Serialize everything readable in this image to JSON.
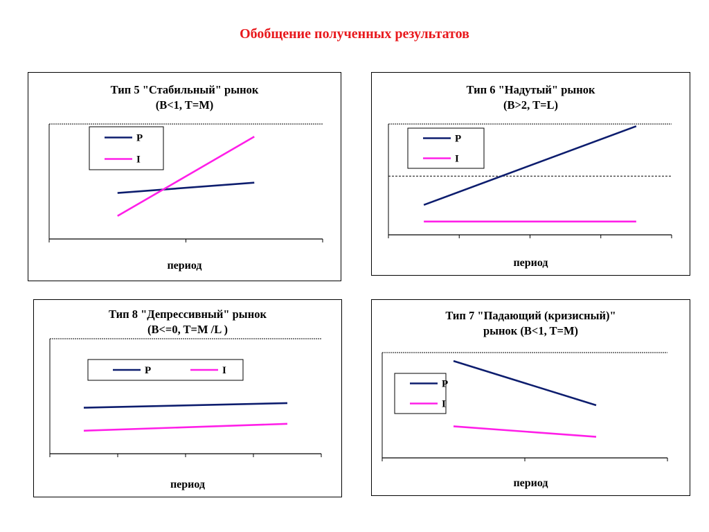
{
  "page": {
    "title": "Обобщение полученных результатов"
  },
  "colors": {
    "P": "#0d1d6e",
    "I": "#ff1ee8",
    "title": "#e8181c"
  },
  "chart_data": [
    {
      "type": "line",
      "title_line1": "Тип 5 \"Стабильный\" рынок",
      "title_line2": "(B<1, T=M)",
      "xlabel": "период",
      "ylabel": "",
      "grid": false,
      "legend": "top-left",
      "x_ticks": 2,
      "x_range": [
        0,
        2
      ],
      "ylim": [
        0,
        10
      ],
      "series": [
        {
          "name": "P",
          "x": [
            0.5,
            1.5
          ],
          "y": [
            4.0,
            4.9
          ]
        },
        {
          "name": "I",
          "x": [
            0.5,
            1.5
          ],
          "y": [
            2.0,
            8.9
          ]
        }
      ]
    },
    {
      "type": "line",
      "title_line1": "Тип 6 \"Надутый\" рынок",
      "title_line2": "(B>2, T=L)",
      "xlabel": "период",
      "ylabel": "",
      "grid": false,
      "legend": "top-left",
      "reference_line": 5.3,
      "x_ticks": 4,
      "x_range": [
        0,
        4
      ],
      "ylim": [
        0,
        10
      ],
      "series": [
        {
          "name": "P",
          "x": [
            0.5,
            3.5
          ],
          "y": [
            2.7,
            9.8
          ]
        },
        {
          "name": "I",
          "x": [
            0.5,
            3.5
          ],
          "y": [
            1.2,
            1.2
          ]
        }
      ]
    },
    {
      "type": "line",
      "title_line1": "Тип 8 \"Депрессивный\" рынок",
      "title_line2": "(B<=0, T=M /L )",
      "xlabel": "период",
      "ylabel": "",
      "grid": false,
      "legend": "top-center",
      "x_ticks": 4,
      "x_range": [
        0,
        4
      ],
      "ylim": [
        0,
        10
      ],
      "series": [
        {
          "name": "P",
          "x": [
            0.5,
            3.5
          ],
          "y": [
            4.0,
            4.4
          ]
        },
        {
          "name": "I",
          "x": [
            0.5,
            3.5
          ],
          "y": [
            2.0,
            2.6
          ]
        }
      ]
    },
    {
      "type": "line",
      "title_line1": "Тип 7 \"Падающий (кризисный)\"",
      "title_line2": "рынок (B<1, T=M)",
      "xlabel": "период",
      "ylabel": "",
      "grid": false,
      "legend": "left",
      "x_ticks": 2,
      "x_range": [
        0,
        2
      ],
      "ylim": [
        0,
        10
      ],
      "series": [
        {
          "name": "P",
          "x": [
            0.5,
            1.5
          ],
          "y": [
            9.2,
            5.0
          ]
        },
        {
          "name": "I",
          "x": [
            0.5,
            1.5
          ],
          "y": [
            3.0,
            2.0
          ]
        }
      ]
    }
  ]
}
